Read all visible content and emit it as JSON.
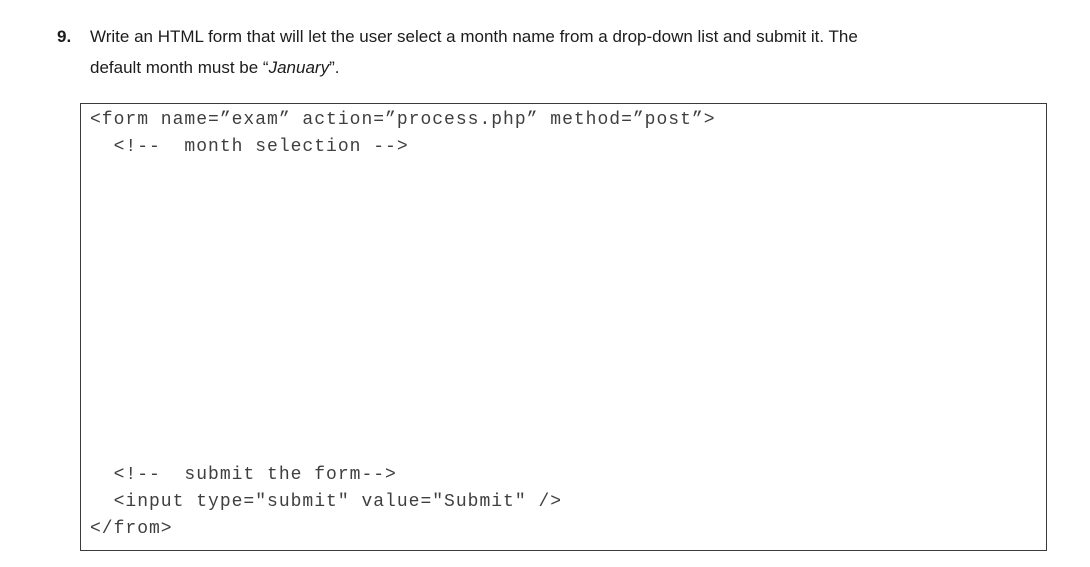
{
  "question": {
    "number": "9.",
    "line1": "Write an HTML form that will let the user select a month name from a drop-down list and submit it. The",
    "line2_before": "default month must be “",
    "line2_italic": "January",
    "line2_after": "”."
  },
  "code": {
    "top_lines": [
      "<form name=”exam” action=”process.php” method=”post”>",
      "  <!--  month selection -->"
    ],
    "bottom_lines": [
      "  <!--  submit the form-->",
      "  <input type=\"submit\" value=\"Submit\" />",
      "</from>"
    ]
  }
}
